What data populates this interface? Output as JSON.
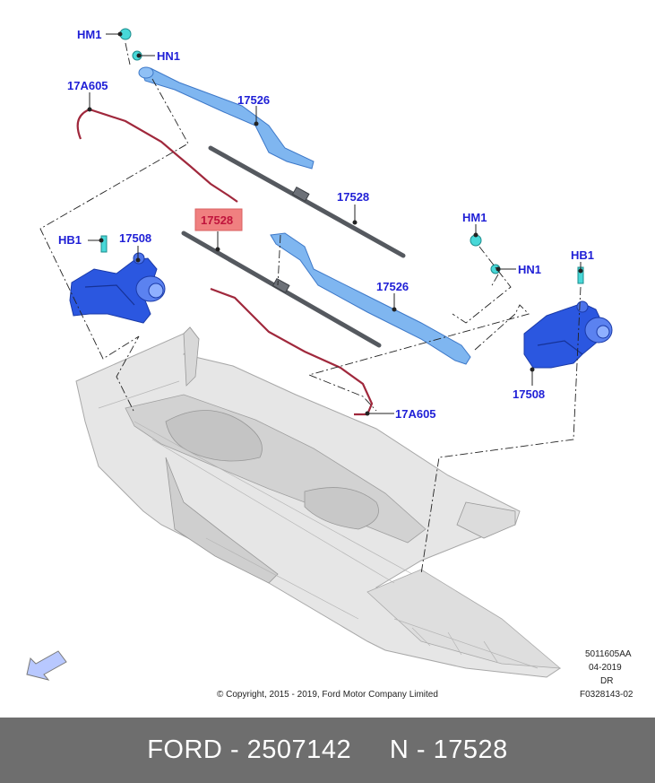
{
  "diagram": {
    "callouts": {
      "hm1_top": "HM1",
      "hn1_top": "HN1",
      "arm_top": "17526",
      "hose_top": "17A605",
      "blade_top": "17528",
      "blade_highlight": "17528",
      "hb1_left": "HB1",
      "motor_left": "17508",
      "hm1_right": "HM1",
      "hn1_right": "HN1",
      "hb1_right": "HB1",
      "arm_right": "17526",
      "motor_right": "17508",
      "hose_bottom": "17A605"
    },
    "info_block": {
      "line1": "5011605AA",
      "line2": "04-2019",
      "line3": "DR",
      "line4": "F0328143-02"
    },
    "copyright": "© Copyright, 2015 - 2019, Ford Motor Company Limited"
  },
  "colors": {
    "callout_text": "#1f1fd6",
    "highlight_fill": "#f08080",
    "highlight_text": "#c0143c",
    "part_blue": "#2b57e0",
    "arm_blue": "#7fb6f0",
    "hose_red": "#a0283c",
    "blade_gray": "#55595f",
    "cowl_gray": "#e4e4e4",
    "footer_bg": "#6e6e6e"
  },
  "footer": {
    "brand": "FORD",
    "sep1": " - ",
    "part_number": "2507142",
    "gap": "     ",
    "n_label": "N",
    "sep2": " - ",
    "n_number": "17528"
  }
}
